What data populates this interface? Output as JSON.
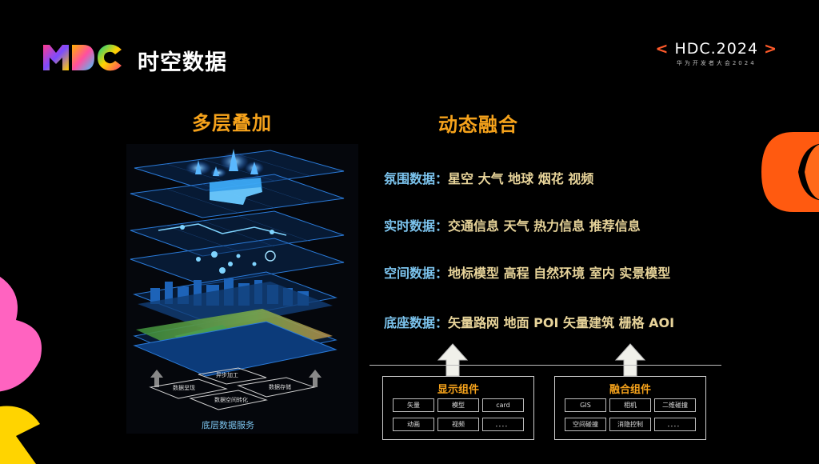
{
  "header": {
    "title": "时空数据",
    "event_name": "HDC.2024",
    "event_bracket_left": "<",
    "event_bracket_right": ">",
    "event_sub": "华为开发者大会2024"
  },
  "sections": {
    "left_title": "多层叠加",
    "right_title": "动态融合"
  },
  "layers_graphic": {
    "labels": [
      "异步加工",
      "数据呈现",
      "数据存储",
      "数据空间转化"
    ],
    "caption": "底层数据服务"
  },
  "data_rows": [
    {
      "key": "氛围数据：",
      "value": "星空 大气 地球 烟花 视频"
    },
    {
      "key": "实时数据：",
      "value": "交通信息 天气 热力信息 推荐信息"
    },
    {
      "key": "空间数据：",
      "value": "地标模型 高程 自然环境 室内 实景模型"
    },
    {
      "key": "底座数据：",
      "value": "矢量路网 地面 POI 矢量建筑 栅格 AOI"
    }
  ],
  "components": {
    "display": {
      "title": "显示组件",
      "items": [
        "矢量",
        "模型",
        "card",
        "动画",
        "视频",
        "．．．．"
      ]
    },
    "fusion": {
      "title": "融合组件",
      "items": [
        "GIS",
        "相机",
        "二维碰撞",
        "空间碰撞",
        "消隐控制",
        "．．．．"
      ]
    }
  },
  "colors": {
    "accent_orange": "#f5a21b",
    "key_blue": "#7cc4ee",
    "value_gold": "#e8d49a",
    "brand_red": "#ff5a2a"
  }
}
